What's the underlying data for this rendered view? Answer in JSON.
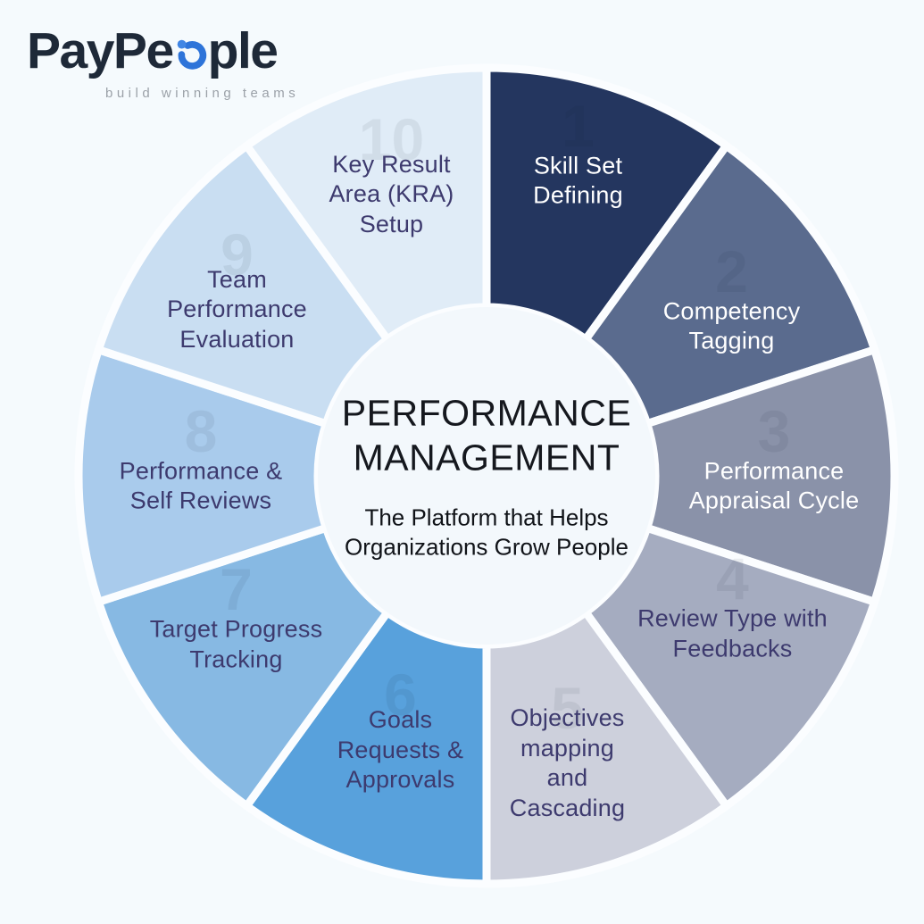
{
  "background_color": "#f5fafd",
  "logo": {
    "name": "PayPeople",
    "part_before": "PayPe",
    "part_after": "ple",
    "tagline": "build winning teams",
    "text_color": "#1e2938",
    "accent_color": "#2e74d9",
    "accent_dot_color": "#4186e4"
  },
  "center": {
    "title": "PERFORMANCE MANAGEMENT",
    "subtitle": "The Platform that Helps Organizations Grow People",
    "bg_color": "#f3f8fc",
    "text_color": "#15181e"
  },
  "wheel": {
    "gap_color": "#fbfdff",
    "label_color_dark": "#3d3a6e",
    "label_color_light": "#ffffff",
    "segments": [
      {
        "number": 1,
        "label": "Skill Set Defining",
        "lines": [
          "Skill Set",
          "Defining"
        ],
        "color": "#24365f",
        "text": "light"
      },
      {
        "number": 2,
        "label": "Competency Tagging",
        "lines": [
          "Competency",
          "Tagging"
        ],
        "color": "#5a6b8e",
        "text": "light"
      },
      {
        "number": 3,
        "label": "Performance Appraisal Cycle",
        "lines": [
          "Performance",
          "Appraisal Cycle"
        ],
        "color": "#8a92a9",
        "text": "light"
      },
      {
        "number": 4,
        "label": "Review Type with Feedbacks",
        "lines": [
          "Review Type with",
          "Feedbacks"
        ],
        "color": "#a5acc0",
        "text": "dark"
      },
      {
        "number": 5,
        "label": "Objectives mapping and Cascading",
        "lines": [
          "Objectives",
          "mapping",
          "and",
          "Cascading"
        ],
        "color": "#cdd0dc",
        "text": "dark"
      },
      {
        "number": 6,
        "label": "Goals Requests & Approvals",
        "lines": [
          "Goals",
          "Requests &",
          "Approvals"
        ],
        "color": "#58a1dc",
        "text": "dark"
      },
      {
        "number": 7,
        "label": "Target Progress Tracking",
        "lines": [
          "Target Progress",
          "Tracking"
        ],
        "color": "#87b9e3",
        "text": "dark"
      },
      {
        "number": 8,
        "label": "Performance & Self Reviews",
        "lines": [
          "Performance &",
          "Self Reviews"
        ],
        "color": "#a9cbec",
        "text": "dark"
      },
      {
        "number": 9,
        "label": "Team Performance Evaluation",
        "lines": [
          "Team",
          "Performance",
          "Evaluation"
        ],
        "color": "#c9def2",
        "text": "dark"
      },
      {
        "number": 10,
        "label": "Key Result Area (KRA) Setup",
        "lines": [
          "Key Result",
          "Area (KRA)",
          "Setup"
        ],
        "color": "#e0ecf7",
        "text": "dark"
      }
    ]
  }
}
